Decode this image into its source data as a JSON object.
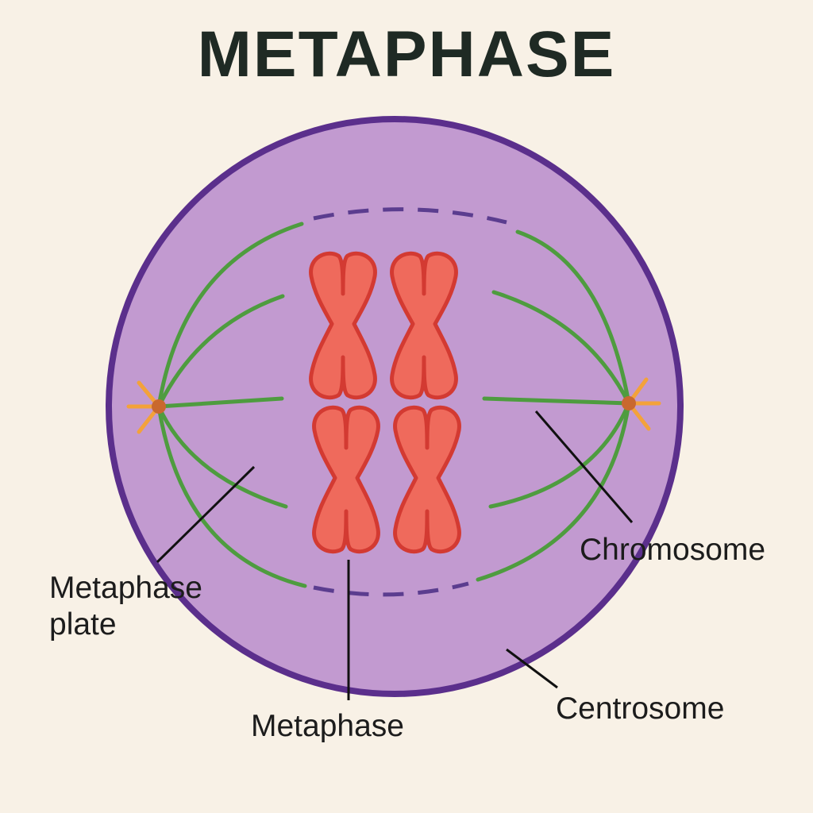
{
  "title": "METAPHASE",
  "labels": {
    "metaphase_plate": "Metaphase plate",
    "chromosome": "Chromosome",
    "metaphase": "Metaphase",
    "centrosome": "Centrosome"
  },
  "colors": {
    "background": "#f8f1e6",
    "cell_fill": "#c29ad0",
    "cell_border": "#5b2f8c",
    "spindle": "#4e9c3f",
    "chromosome_fill": "#ef6a5c",
    "chromosome_outline": "#d33a32",
    "centrosome": "#c9682e",
    "centriole_rays": "#f3a23a",
    "nuclear_remnant": "#5b3d8f"
  }
}
